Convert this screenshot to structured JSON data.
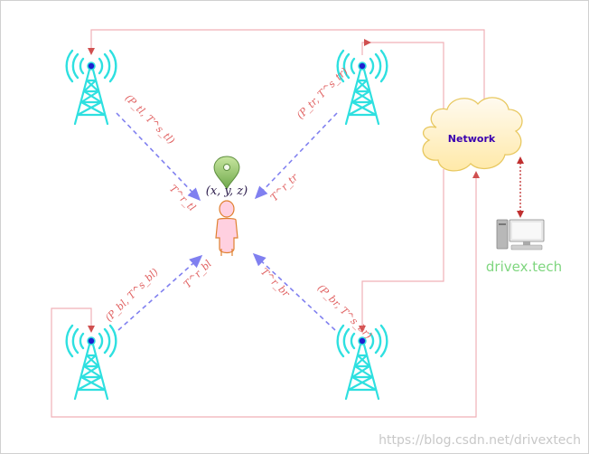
{
  "nodes": {
    "network_label": "Network",
    "user_position_label": "(x, y, z)",
    "brand_label": "drivex.tech"
  },
  "edges": {
    "top_left_pair": "(P_tl, T^s_tl)",
    "top_right_pair": "(P_tr, T^s_tr)",
    "bottom_left_pair": "(P_bl, T^s_bl)",
    "bottom_right_pair": "(P_br, T^s_br)",
    "top_left_rx": "T^r_tl",
    "top_right_rx": "T^r_tr",
    "bottom_left_rx": "T^r_bl",
    "bottom_right_rx": "T^r_br"
  },
  "watermark": "https://blog.csdn.net/drivextech",
  "colors": {
    "tower": "#2ee0e0",
    "signal_arrow": "#8080f0",
    "connector": "#f0b0b8",
    "cloud_fill": "#fff4cc",
    "cloud_stroke": "#e8c860",
    "math_label": "#e06060",
    "pin": "#8cc06a",
    "person": "#ffd0e0"
  },
  "icons": [
    "cell-tower-icon",
    "cloud-icon",
    "map-pin-icon",
    "person-icon",
    "desktop-computer-icon"
  ]
}
